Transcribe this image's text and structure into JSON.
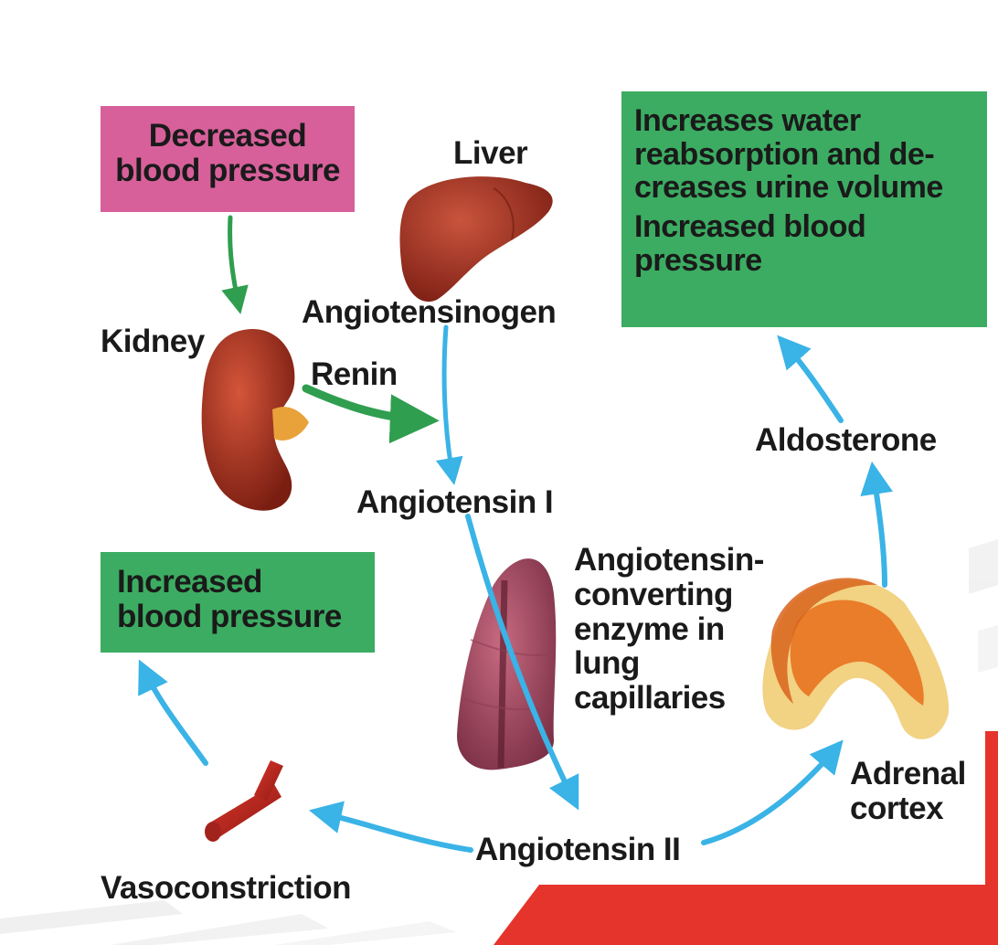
{
  "boxes": {
    "decreased_bp": [
      "Decreased",
      "blood pressure"
    ],
    "water_reabsorption": [
      "Increases water",
      "reabsorption and de-",
      "creases urine volume",
      "Increased blood",
      "pressure"
    ],
    "increased_bp": [
      "Increased",
      "blood pressure"
    ]
  },
  "labels": {
    "liver": "Liver",
    "kidney": "Kidney",
    "angiotensinogen": "Angiotensinogen",
    "renin": "Renin",
    "angiotensin_1": "Angiotensin I",
    "ace": [
      "Angiotensin-",
      "converting",
      "enzyme in",
      "lung",
      "capillaries"
    ],
    "aldosterone": "Aldosterone",
    "adrenal_cortex": [
      "Adrenal",
      "cortex"
    ],
    "angiotensin_2": "Angiotensin II",
    "vasoconstriction": "Vasoconstriction"
  },
  "colors": {
    "pink_box": "#d7609b",
    "green_box": "#3cac62",
    "blue_arrow": "#3ab3e6",
    "green_arrow": "#2f9e4f",
    "organ_red": "#a8321f",
    "corner_red": "#e5342b"
  },
  "icons": {
    "liver": "liver-icon",
    "kidney": "kidney-icon",
    "lung": "lung-icon",
    "adrenal": "adrenal-gland-icon",
    "vessel": "blood-vessel-icon"
  }
}
